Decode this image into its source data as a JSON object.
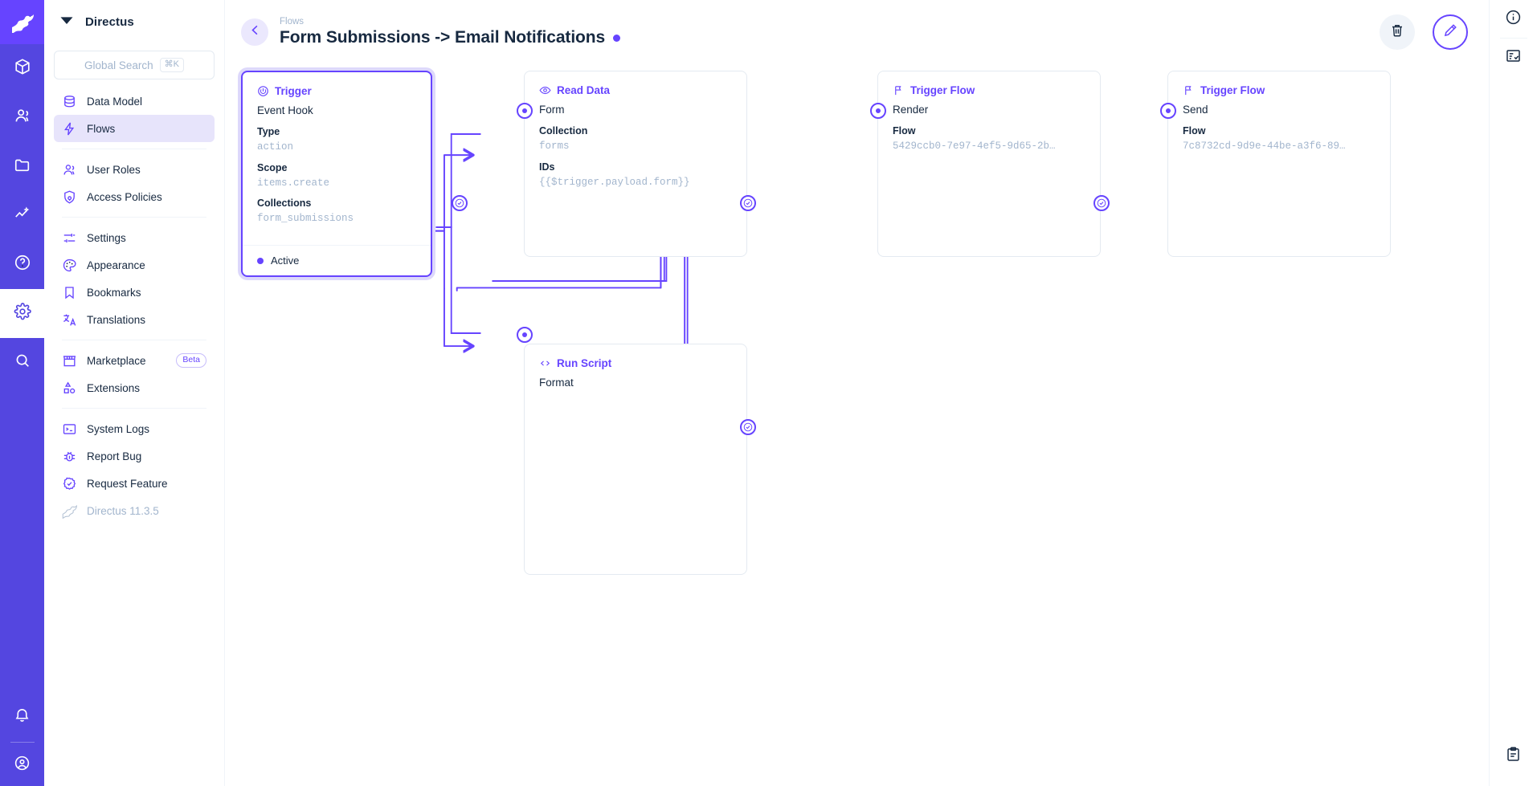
{
  "rail": {
    "logo_icon": "directus-rabbit-logo",
    "items": [
      {
        "name": "content-module",
        "icon": "box-icon",
        "active": false
      },
      {
        "name": "users-module",
        "icon": "people-icon",
        "active": false
      },
      {
        "name": "files-module",
        "icon": "folder-icon",
        "active": false
      },
      {
        "name": "insights-module",
        "icon": "analytics-icon",
        "active": false
      },
      {
        "name": "help-module",
        "icon": "question-icon",
        "active": false
      },
      {
        "name": "settings-module",
        "icon": "gear-icon",
        "active": true
      },
      {
        "name": "search-module",
        "icon": "search-icon",
        "active": false
      }
    ],
    "bottom": [
      {
        "name": "notifications",
        "icon": "bell-icon"
      },
      {
        "name": "account",
        "icon": "user-circle-icon"
      }
    ]
  },
  "sidebar": {
    "brand": {
      "label": "Directus",
      "icon": "directus-mark-icon"
    },
    "search": {
      "placeholder": "Global Search",
      "shortcut": "⌘K",
      "icon": "search-icon"
    },
    "groups": [
      {
        "items": [
          {
            "label": "Data Model",
            "icon": "database-icon",
            "active": false
          },
          {
            "label": "Flows",
            "icon": "bolt-icon",
            "active": true
          }
        ]
      },
      {
        "items": [
          {
            "label": "User Roles",
            "icon": "people-icon",
            "active": false
          },
          {
            "label": "Access Policies",
            "icon": "shield-lock-icon",
            "active": false
          }
        ]
      },
      {
        "items": [
          {
            "label": "Settings",
            "icon": "sliders-icon",
            "active": false
          },
          {
            "label": "Appearance",
            "icon": "palette-icon",
            "active": false
          },
          {
            "label": "Bookmarks",
            "icon": "bookmark-icon",
            "active": false
          },
          {
            "label": "Translations",
            "icon": "translate-icon",
            "active": false
          }
        ]
      },
      {
        "items": [
          {
            "label": "Marketplace",
            "icon": "storefront-icon",
            "active": false,
            "badge": "Beta"
          },
          {
            "label": "Extensions",
            "icon": "shapes-icon",
            "active": false
          }
        ]
      },
      {
        "items": [
          {
            "label": "System Logs",
            "icon": "terminal-icon",
            "active": false
          },
          {
            "label": "Report Bug",
            "icon": "bug-icon",
            "active": false
          },
          {
            "label": "Request Feature",
            "icon": "check-badge-icon",
            "active": false
          },
          {
            "label": "Directus 11.3.5",
            "icon": "directus-rabbit-icon",
            "active": false,
            "muted": true
          }
        ]
      }
    ]
  },
  "header": {
    "back_icon": "arrow-left-icon",
    "breadcrumb": "Flows",
    "title": "Form Submissions -> Email Notifications",
    "status_dot_color": "#6644ff",
    "actions": [
      {
        "name": "delete-flow-button",
        "icon": "trash-icon"
      },
      {
        "name": "edit-flow-button",
        "icon": "pencil-icon"
      }
    ]
  },
  "right_rail": {
    "items": [
      {
        "name": "info-panel-button",
        "icon": "info-circle-icon"
      },
      {
        "name": "logs-panel-button",
        "icon": "list-check-icon"
      }
    ],
    "bottom": [
      {
        "name": "notes-panel-button",
        "icon": "clipboard-icon"
      }
    ]
  },
  "canvas": {
    "nodes": [
      {
        "id": "trigger",
        "kind": "trigger",
        "icon": "power-circle-icon",
        "type_label": "Trigger",
        "name": "Event Hook",
        "fields": [
          {
            "key": "Type",
            "value": "action"
          },
          {
            "key": "Scope",
            "value": "items.create"
          },
          {
            "key": "Collections",
            "value": "form_submissions"
          }
        ],
        "footer": {
          "label": "Active",
          "dot_color": "#6644ff"
        }
      },
      {
        "id": "read-data",
        "kind": "operation",
        "icon": "eye-icon",
        "type_label": "Read Data",
        "name": "Form",
        "fields": [
          {
            "key": "Collection",
            "value": "forms"
          },
          {
            "key": "IDs",
            "value": "{{$trigger.payload.form}}"
          }
        ]
      },
      {
        "id": "run-script",
        "kind": "operation",
        "icon": "code-icon",
        "type_label": "Run Script",
        "name": "Format",
        "fields": []
      },
      {
        "id": "trigger-flow-render",
        "kind": "operation",
        "icon": "flag-icon",
        "type_label": "Trigger Flow",
        "name": "Render",
        "fields": [
          {
            "key": "Flow",
            "value": "5429ccb0-7e97-4ef5-9d65-2b…"
          }
        ]
      },
      {
        "id": "trigger-flow-send",
        "kind": "operation",
        "icon": "flag-icon",
        "type_label": "Trigger Flow",
        "name": "Send",
        "fields": [
          {
            "key": "Flow",
            "value": "7c8732cd-9d9e-44be-a3f6-89…"
          }
        ]
      }
    ]
  }
}
